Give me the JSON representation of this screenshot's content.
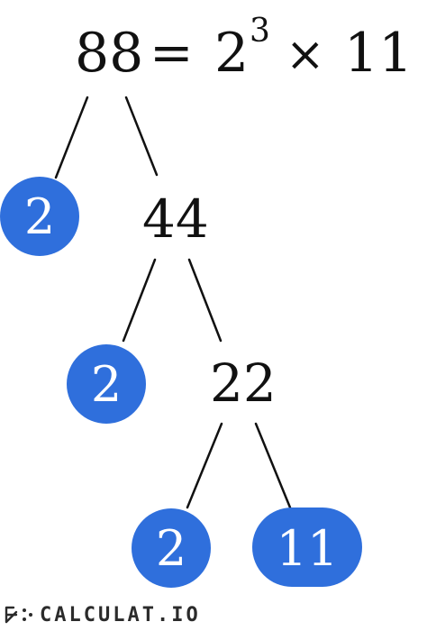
{
  "equation": {
    "lhs": "88",
    "equals": "=",
    "base": "2",
    "exponent": "3",
    "times": "×",
    "factor": "11"
  },
  "tree": {
    "composites": [
      "44",
      "22"
    ],
    "primes": [
      "2",
      "2",
      "2",
      "11"
    ]
  },
  "brand": {
    "name": "CALCULAT.IO",
    "icon": "calculator-logo-icon"
  },
  "colors": {
    "prime_fill": "#2f6fdc",
    "line": "#111111",
    "text": "#111111"
  }
}
